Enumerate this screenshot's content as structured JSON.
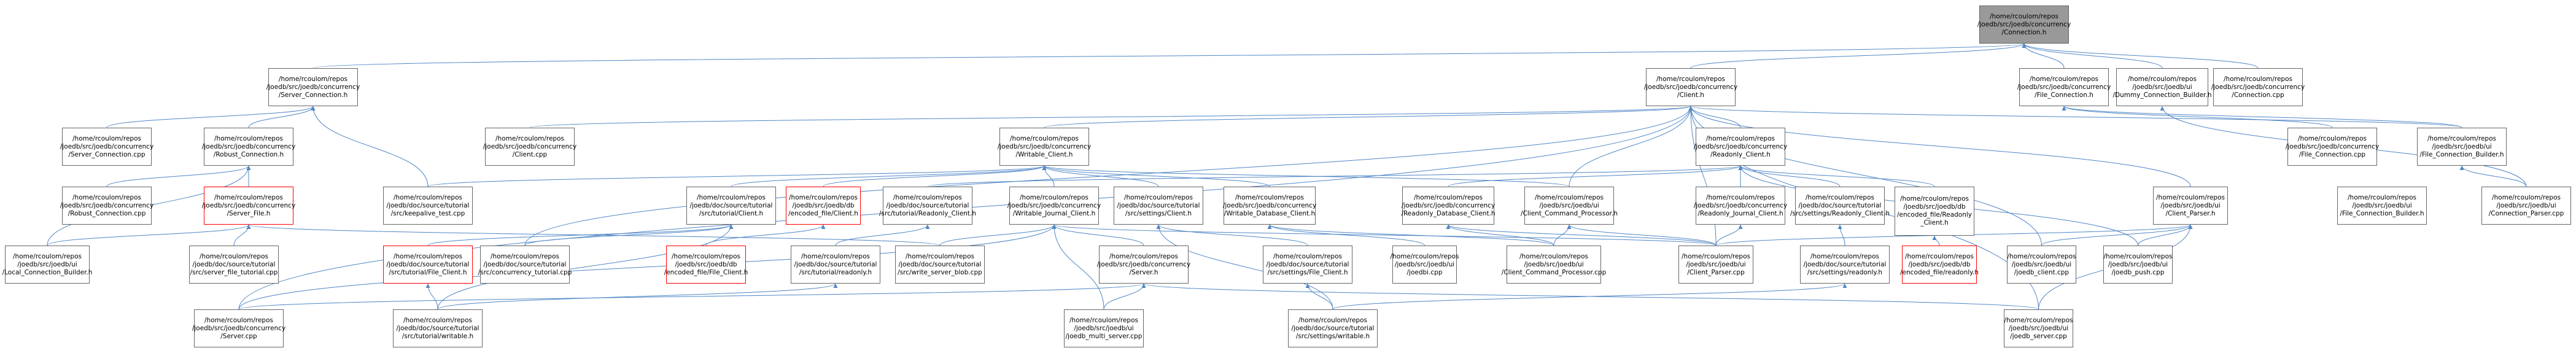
{
  "graph": {
    "edge_color": "#4f86c6",
    "nodes": [
      {
        "id": "root",
        "label": "/home/rcoulom/repos\n/joedb/src/joedb/concurrency\n/Connection.h",
        "style": "root"
      },
      {
        "id": "server_conn_h",
        "label": "/home/rcoulom/repos\n/joedb/src/joedb/concurrency\n/Server_Connection.h",
        "style": "normal"
      },
      {
        "id": "client_h",
        "label": "/home/rcoulom/repos\n/joedb/src/joedb/concurrency\n/Client.h",
        "style": "normal"
      },
      {
        "id": "file_conn_h",
        "label": "/home/rcoulom/repos\n/joedb/src/joedb/concurrency\n/File_Connection.h",
        "style": "normal"
      },
      {
        "id": "dummy_builder_h",
        "label": "/home/rcoulom/repos\n/joedb/src/joedb/ui\n/Dummy_Connection_Builder.h",
        "style": "normal"
      },
      {
        "id": "connection_cpp",
        "label": "/home/rcoulom/repos\n/joedb/src/joedb/concurrency\n/Connection.cpp",
        "style": "normal"
      },
      {
        "id": "server_conn_cpp",
        "label": "/home/rcoulom/repos\n/joedb/src/joedb/concurrency\n/Server_Connection.cpp",
        "style": "normal"
      },
      {
        "id": "robust_conn_h",
        "label": "/home/rcoulom/repos\n/joedb/src/joedb/concurrency\n/Robust_Connection.h",
        "style": "normal"
      },
      {
        "id": "client_cpp",
        "label": "/home/rcoulom/repos\n/joedb/src/joedb/concurrency\n/Client.cpp",
        "style": "normal"
      },
      {
        "id": "writable_client_h",
        "label": "/home/rcoulom/repos\n/joedb/src/joedb/concurrency\n/Writable_Client.h",
        "style": "normal"
      },
      {
        "id": "readonly_client_h",
        "label": "/home/rcoulom/repos\n/joedb/src/joedb/concurrency\n/Readonly_Client.h",
        "style": "normal"
      },
      {
        "id": "file_conn_cpp",
        "label": "/home/rcoulom/repos\n/joedb/src/joedb/concurrency\n/File_Connection.cpp",
        "style": "normal"
      },
      {
        "id": "file_builder_h",
        "label": "/home/rcoulom/repos\n/joedb/src/joedb/ui\n/File_Connection_Builder.h",
        "style": "normal"
      },
      {
        "id": "robust_conn_cpp",
        "label": "/home/rcoulom/repos\n/joedb/src/joedb/concurrency\n/Robust_Connection.cpp",
        "style": "normal"
      },
      {
        "id": "server_file_h",
        "label": "/home/rcoulom/repos\n/joedb/src/joedb/concurrency\n/Server_File.h",
        "style": "red"
      },
      {
        "id": "keepalive_test",
        "label": "/home/rcoulom/repos\n/joedb/doc/source/tutorial\n/src/keepalive_test.cpp",
        "style": "normal"
      },
      {
        "id": "tut_client_h",
        "label": "/home/rcoulom/repos\n/joedb/doc/source/tutorial\n/src/tutorial/Client.h",
        "style": "normal"
      },
      {
        "id": "encoded_file_client_h",
        "label": "/home/rcoulom/repos\n/joedb/src/joedb/db\n/encoded_file/Client.h",
        "style": "red"
      },
      {
        "id": "tut_readonly_client_h",
        "label": "/home/rcoulom/repos\n/joedb/doc/source/tutorial\n/src/tutorial/Readonly_Client.h",
        "style": "normal"
      },
      {
        "id": "writable_journal_client_h",
        "label": "/home/rcoulom/repos\n/joedb/src/joedb/concurrency\n/Writable_Journal_Client.h",
        "style": "normal"
      },
      {
        "id": "settings_client_h",
        "label": "/home/rcoulom/repos\n/joedb/doc/source/tutorial\n/src/settings/Client.h",
        "style": "normal"
      },
      {
        "id": "writable_database_client_h",
        "label": "/home/rcoulom/repos\n/joedb/src/joedb/concurrency\n/Writable_Database_Client.h",
        "style": "normal"
      },
      {
        "id": "readonly_database_client_h",
        "label": "/home/rcoulom/repos\n/joedb/src/joedb/concurrency\n/Readonly_Database_Client.h",
        "style": "normal"
      },
      {
        "id": "client_command_processor_h",
        "label": "/home/rcoulom/repos\n/joedb/src/joedb/ui\n/Client_Command_Processor.h",
        "style": "normal"
      },
      {
        "id": "readonly_journal_client_h",
        "label": "/home/rcoulom/repos\n/joedb/src/joedb/concurrency\n/Readonly_Journal_Client.h",
        "style": "normal"
      },
      {
        "id": "settings_readonly_client_h",
        "label": "/home/rcoulom/repos\n/joedb/doc/source/tutorial\n/src/settings/Readonly_Client.h",
        "style": "normal"
      },
      {
        "id": "encoded_file_readonly_client_h",
        "label": "/home/rcoulom/repos\n/joedb/src/joedb/db\n/encoded_file/Readonly\n_Client.h",
        "style": "normal"
      },
      {
        "id": "client_parser_h",
        "label": "/home/rcoulom/repos\n/joedb/src/joedb/ui\n/Client_Parser.h",
        "style": "normal"
      },
      {
        "id": "file_conn_builder_h2",
        "label": "/home/rcoulom/repos\n/joedb/src/joedb/ui\n/File_Connection_Builder.h",
        "style": "normal"
      },
      {
        "id": "connection_parser_cpp",
        "label": "/home/rcoulom/repos\n/joedb/src/joedb/ui\n/Connection_Parser.cpp",
        "style": "normal"
      },
      {
        "id": "local_conn_builder_h",
        "label": "/home/rcoulom/repos\n/joedb/src/joedb/ui\n/Local_Connection_Builder.h",
        "style": "normal"
      },
      {
        "id": "server_file_tutorial",
        "label": "/home/rcoulom/repos\n/joedb/doc/source/tutorial\n/src/server_file_tutorial.cpp",
        "style": "normal"
      },
      {
        "id": "tut_file_client_h",
        "label": "/home/rcoulom/repos\n/joedb/doc/source/tutorial\n/src/tutorial/File_Client.h",
        "style": "red"
      },
      {
        "id": "concurrency_tutorial",
        "label": "/home/rcoulom/repos\n/joedb/doc/source/tutorial\n/src/concurrency_tutorial.cpp",
        "style": "normal"
      },
      {
        "id": "encoded_file_file_client_h",
        "label": "/home/rcoulom/repos\n/joedb/src/joedb/db\n/encoded_file/File_Client.h",
        "style": "red"
      },
      {
        "id": "tut_readonly_h",
        "label": "/home/rcoulom/repos\n/joedb/doc/source/tutorial\n/src/tutorial/readonly.h",
        "style": "normal"
      },
      {
        "id": "write_server_blob",
        "label": "/home/rcoulom/repos\n/joedb/doc/source/tutorial\n/src/write_server_blob.cpp",
        "style": "normal"
      },
      {
        "id": "server_h",
        "label": "/home/rcoulom/repos\n/joedb/src/joedb/concurrency\n/Server.h",
        "style": "normal"
      },
      {
        "id": "settings_file_client_h",
        "label": "/home/rcoulom/repos\n/joedb/doc/source/tutorial\n/src/settings/File_Client.h",
        "style": "normal"
      },
      {
        "id": "joedbi_cpp",
        "label": "/home/rcoulom/repos\n/joedb/src/joedb/ui\n/joedbi.cpp",
        "style": "normal"
      },
      {
        "id": "client_command_processor_cpp",
        "label": "/home/rcoulom/repos\n/joedb/src/joedb/ui\n/Client_Command_Processor.cpp",
        "style": "normal"
      },
      {
        "id": "client_parser_cpp",
        "label": "/home/rcoulom/repos\n/joedb/src/joedb/ui\n/Client_Parser.cpp",
        "style": "normal"
      },
      {
        "id": "settings_readonly_h",
        "label": "/home/rcoulom/repos\n/joedb/doc/source/tutorial\n/src/settings/readonly.h",
        "style": "normal"
      },
      {
        "id": "encoded_file_readonly_h",
        "label": "/home/rcoulom/repos\n/joedb/src/joedb/db\n/encoded_file/readonly.h",
        "style": "red"
      },
      {
        "id": "joedb_client_cpp",
        "label": "/home/rcoulom/repos\n/joedb/src/joedb/ui\n/joedb_client.cpp",
        "style": "normal"
      },
      {
        "id": "joedb_push_cpp",
        "label": "/home/rcoulom/repos\n/joedb/src/joedb/ui\n/joedb_push.cpp",
        "style": "normal"
      },
      {
        "id": "tut_server_cpp",
        "label": "/home/rcoulom/repos\n/joedb/src/joedb/concurrency\n/Server.cpp",
        "style": "normal"
      },
      {
        "id": "tut_writable_h",
        "label": "/home/rcoulom/repos\n/joedb/doc/source/tutorial\n/src/tutorial/writable.h",
        "style": "normal"
      },
      {
        "id": "joedb_multi_server",
        "label": "/home/rcoulom/repos\n/joedb/src/joedb/ui\n/joedb_multi_server.cpp",
        "style": "normal"
      },
      {
        "id": "settings_writable_h",
        "label": "/home/rcoulom/repos\n/joedb/doc/source/tutorial\n/src/settings/writable.h",
        "style": "normal"
      },
      {
        "id": "joedb_server_cpp",
        "label": "/home/rcoulom/repos\n/joedb/src/joedb/ui\n/joedb_server.cpp",
        "style": "normal"
      }
    ]
  }
}
